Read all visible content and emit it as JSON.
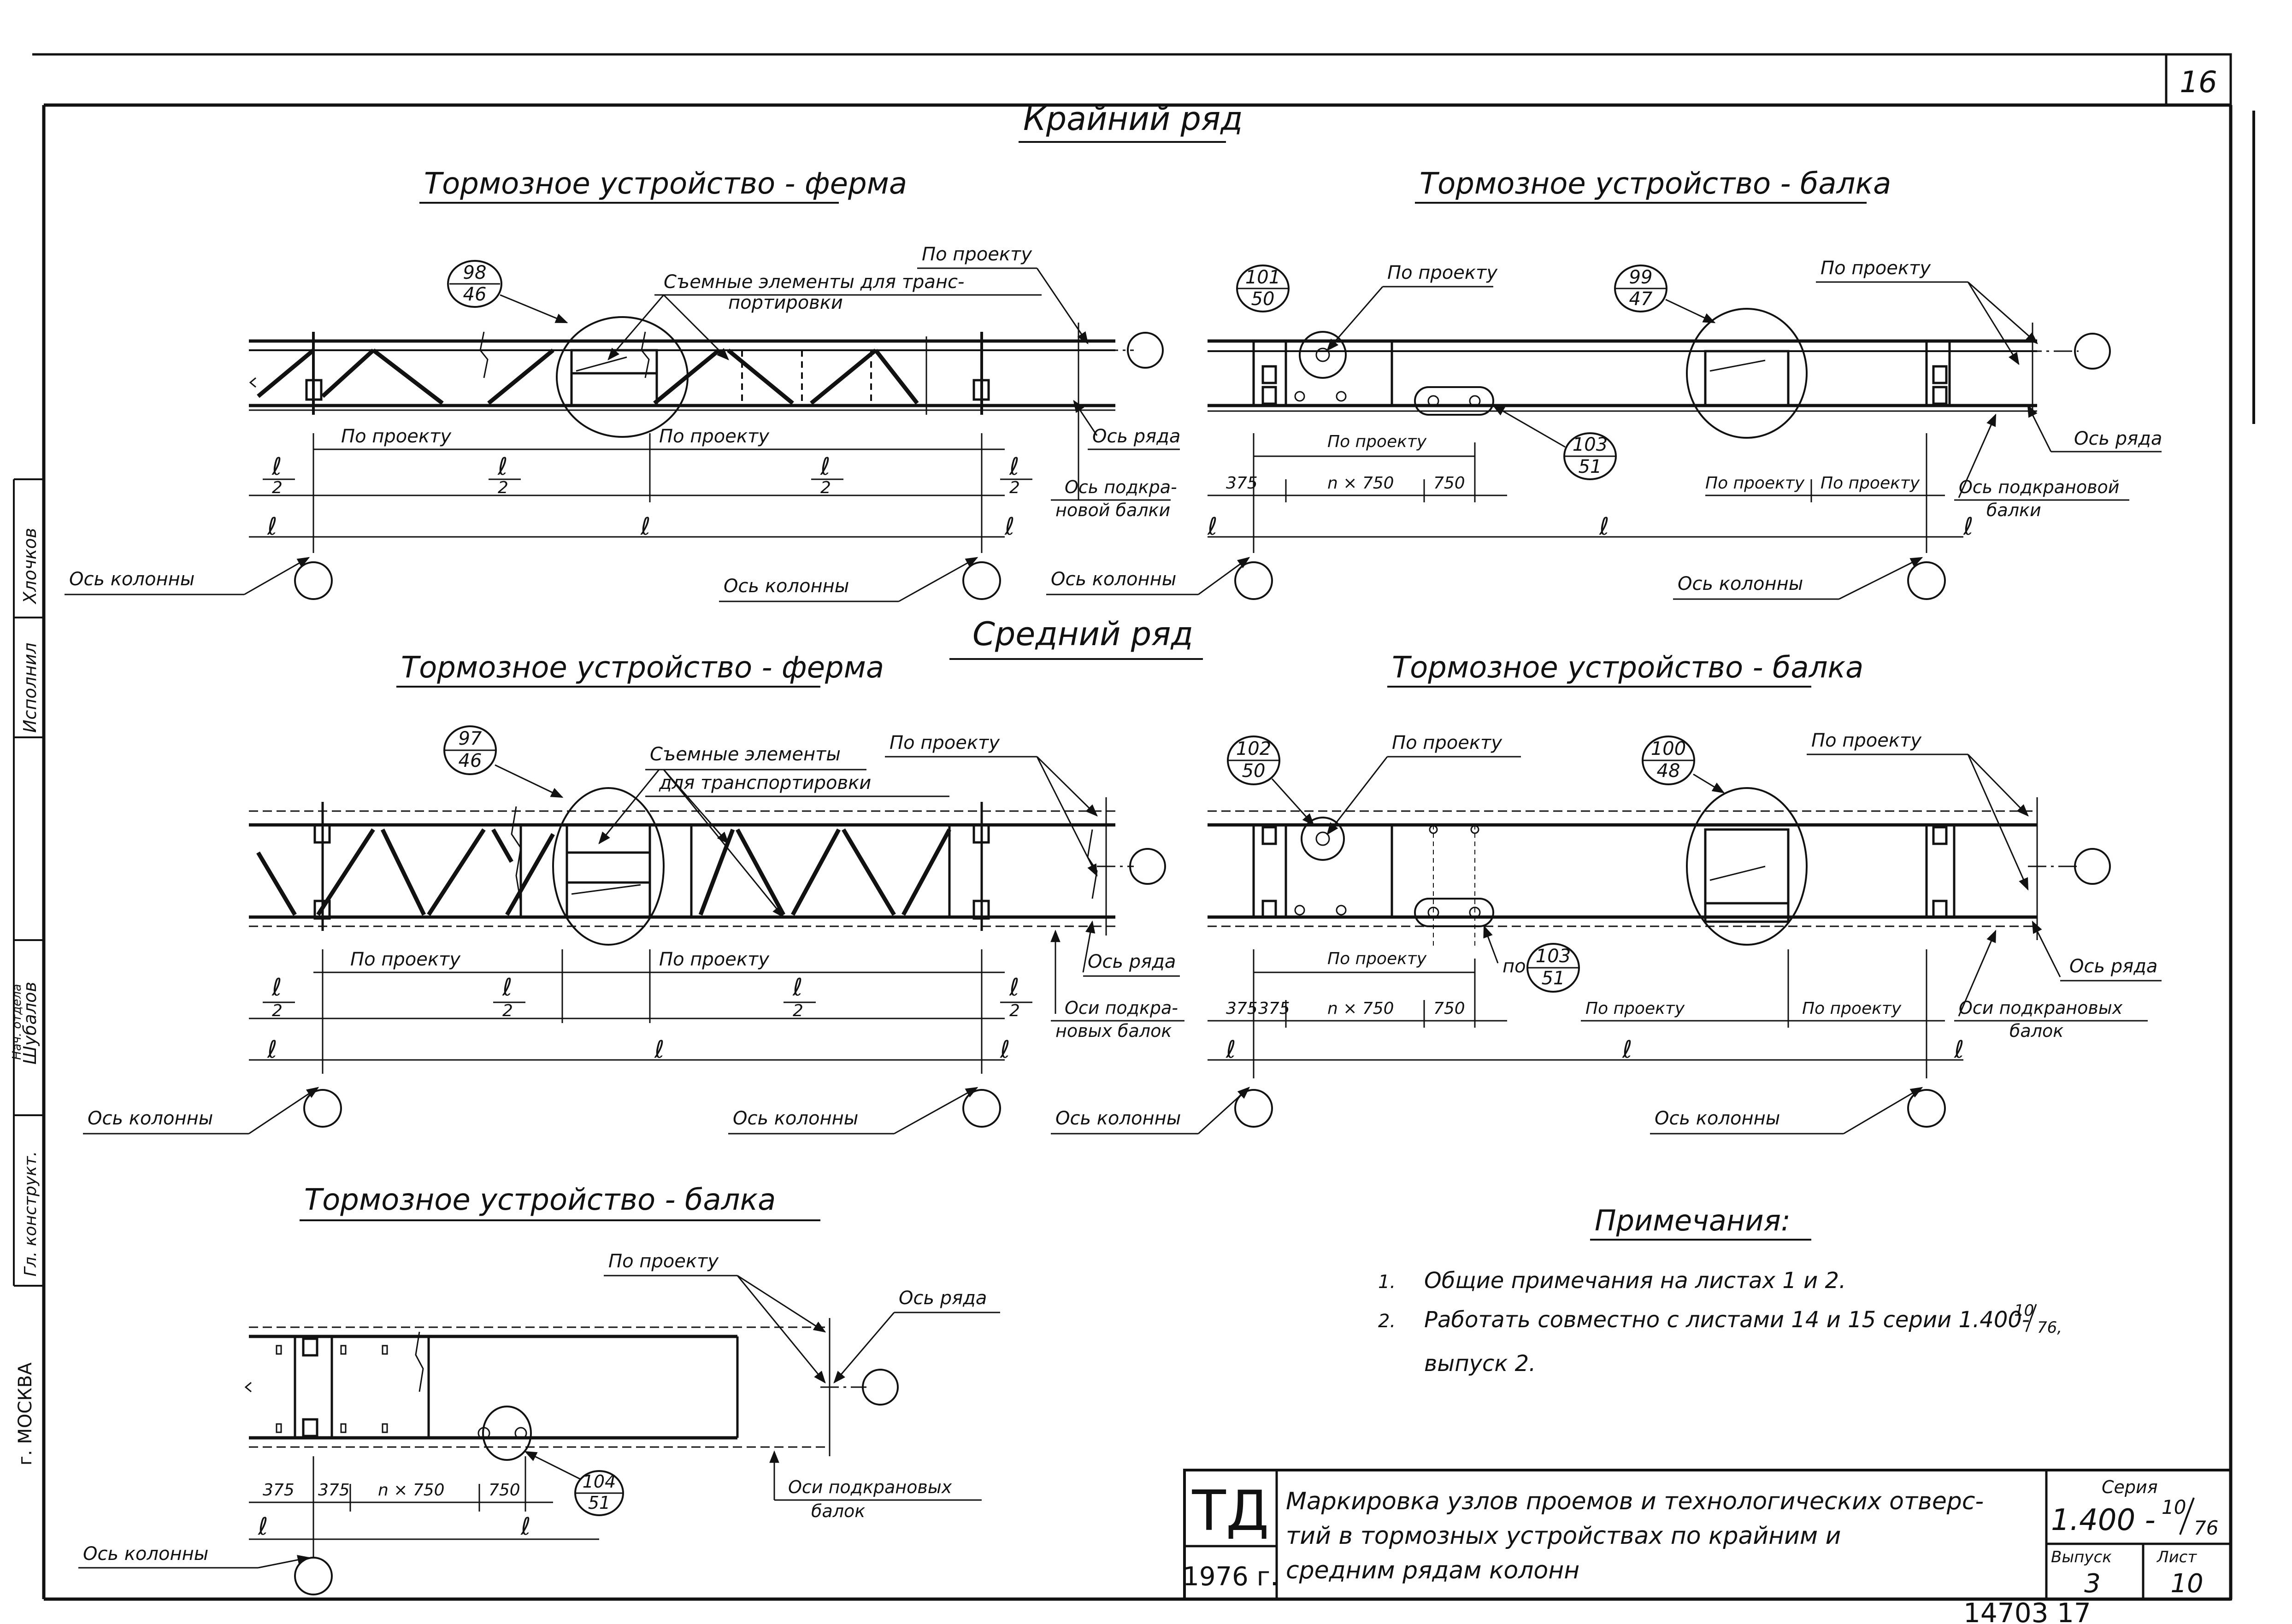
{
  "sheet_number": "16",
  "headings": {
    "outer_row": "Крайний ряд",
    "middle_row": "Средний ряд"
  },
  "panels": {
    "outer_truss": {
      "title": "Тормозное устройство - ферма",
      "mark_top": "98",
      "mark_bottom": "46",
      "removable_text_1": "Съемные элементы для транс-",
      "removable_text_2": "портировки",
      "by_design_top": "По проекту",
      "by_design_1": "По проекту",
      "by_design_2": "По проекту",
      "half": "ℓ",
      "two": "2",
      "l": "ℓ",
      "row_axis": "Ось ряда",
      "crane_axis_1": "Ось подкра-",
      "crane_axis_2": "новой балки",
      "column_axis_left": "Ось колонны",
      "column_axis_right": "Ось колонны"
    },
    "outer_beam": {
      "title": "Тормозное устройство - балка",
      "mark1_top": "101",
      "mark1_bottom": "50",
      "mark2_top": "99",
      "mark2_bottom": "47",
      "mark3_top": "103",
      "mark3_bottom": "51",
      "by_design_1": "По проекту",
      "by_design_2": "По проекту",
      "by_design_3": "По проекту",
      "by_design_4": "По проекту",
      "by_design_5": "По проекту",
      "dim_375": "375",
      "dim_n750": "n × 750",
      "dim_750": "750",
      "l": "ℓ",
      "row_axis": "Ось ряда",
      "crane_axis_1": "Ось подкрановой",
      "crane_axis_2": "балки",
      "column_axis_left": "Ось колонны",
      "column_axis_right": "Ось колонны"
    },
    "middle_truss": {
      "title": "Тормозное устройство - ферма",
      "mark_top": "97",
      "mark_bottom": "46",
      "removable_text_1": "Съемные элементы",
      "removable_text_2": "для транспортировки",
      "by_design_top": "По проекту",
      "by_design_1": "По проекту",
      "by_design_2": "По проекту",
      "half": "ℓ",
      "two": "2",
      "l": "ℓ",
      "row_axis": "Ось ряда",
      "crane_axis_1": "Оси подкра-",
      "crane_axis_2": "новых балок",
      "column_axis_left": "Ось колонны",
      "column_axis_right": "Ось колонны"
    },
    "middle_beam": {
      "title": "Тормозное устройство - балка",
      "mark1_top": "102",
      "mark1_bottom": "50",
      "mark2_top": "100",
      "mark2_bottom": "48",
      "mark3_top": "103",
      "mark3_bottom": "51",
      "mark3_prefix": "по",
      "by_design_1": "По проекту",
      "by_design_2": "По проекту",
      "by_design_3": "По проекту",
      "by_design_4": "По проекту",
      "by_design_5": "По проекту",
      "dim_375a": "375",
      "dim_375b": "375",
      "dim_n750": "n × 750",
      "dim_750": "750",
      "l": "ℓ",
      "row_axis": "Ось ряда",
      "crane_axis_1": "Оси подкрановых",
      "crane_axis_2": "балок",
      "column_axis_left": "Ось колонны",
      "column_axis_right": "Ось колонны"
    },
    "bottom_beam": {
      "title": "Тормозное устройство - балка",
      "mark_top": "104",
      "mark_bottom": "51",
      "by_design": "По проекту",
      "row_axis": "Ось ряда",
      "dim_375a": "375",
      "dim_375b": "375",
      "dim_n750": "n × 750",
      "dim_750": "750",
      "l": "ℓ",
      "crane_axis_1": "Оси подкрановых",
      "crane_axis_2": "балок",
      "column_axis": "Ось колонны"
    }
  },
  "notes": {
    "title": "Примечания:",
    "n1_num": "1.",
    "n1": "Общие примечания на листах 1 и 2.",
    "n2_num": "2.",
    "n2": "Работать совместно с листами 14 и 15 серии 1.400-",
    "n2_sup": "10",
    "n2_sub": "76,",
    "n2_cont": "выпуск 2."
  },
  "side_stamp": {
    "author": "Хлочков",
    "executor": "Исполнил",
    "checked": "Шубалов",
    "chief": "Гл. конструкт.",
    "extra": "Нач. отдела",
    "city": "г. МОСКВА"
  },
  "title_block": {
    "org": "ТД",
    "year": "1976 г.",
    "description_1": "Маркировка узлов проемов и технологических отверс-",
    "description_2": "тий в тормозных устройствах по крайним и",
    "description_3": "средним рядам колонн",
    "series_label": "Серия",
    "series_main": "1.400 -",
    "series_sup": "10",
    "series_sub": "76",
    "issue_label": "Выпуск",
    "issue_value": "3",
    "sheet_label": "Лист",
    "sheet_value": "10"
  },
  "footer_number": "14703  17"
}
